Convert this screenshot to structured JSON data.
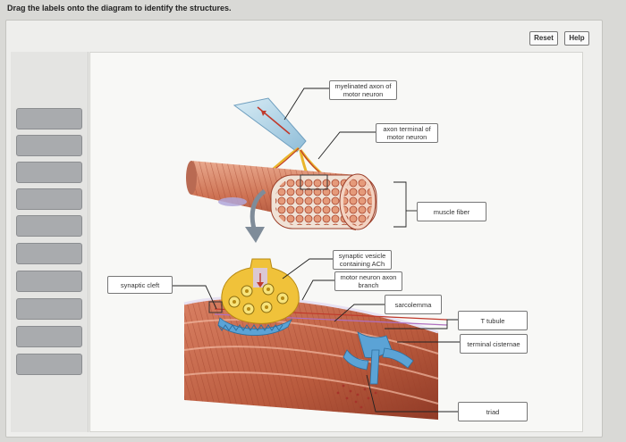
{
  "instruction": "Drag the labels onto the diagram to identify the structures.",
  "toolbar": {
    "reset_label": "Reset",
    "help_label": "Help"
  },
  "label_bank": {
    "slot_count": 10
  },
  "diagram_labels": [
    {
      "id": "myelinated-axon",
      "text": "myelinated axon of motor neuron"
    },
    {
      "id": "axon-terminal",
      "text": "axon terminal of motor neuron"
    },
    {
      "id": "muscle-fiber",
      "text": "muscle fiber"
    },
    {
      "id": "synaptic-vesicle",
      "text": "synaptic vesicle containing ACh"
    },
    {
      "id": "motor-neuron-axon-branch",
      "text": "motor neuron axon branch"
    },
    {
      "id": "synaptic-cleft",
      "text": "synaptic cleft"
    },
    {
      "id": "sarcolemma",
      "text": "sarcolemma"
    },
    {
      "id": "t-tubule",
      "text": "T tubule"
    },
    {
      "id": "terminal-cisternae",
      "text": "terminal cisternae"
    },
    {
      "id": "triad",
      "text": "triad"
    }
  ],
  "colors": {
    "muscle": "#c96a48",
    "muscle_dark": "#9c3f2a",
    "muscle_light": "#e8a68a",
    "nerve": "#f0c23a",
    "axon_sheath": "#b9d7e8",
    "t_tubule": "#5ba3d6",
    "pointer": "#222222"
  }
}
